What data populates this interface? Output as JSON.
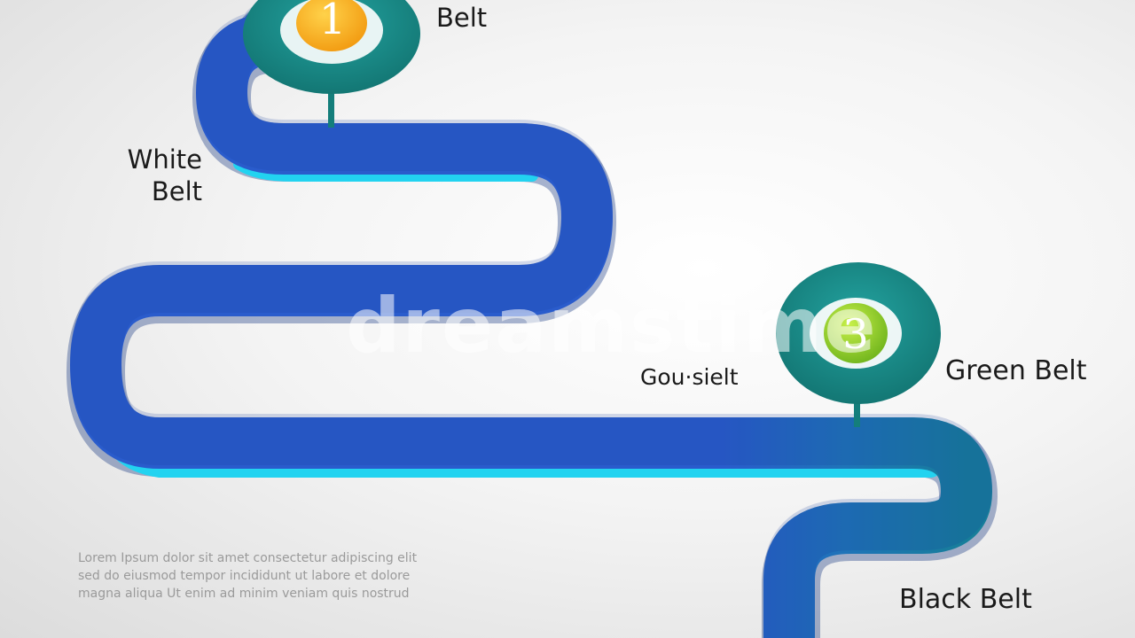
{
  "labels": {
    "belt_top": "Belt",
    "white_belt": "White\nBelt",
    "garbled": "Gou·sielt",
    "green_belt": "Green Belt",
    "black_belt": "Black Belt"
  },
  "badges": [
    {
      "number": "1",
      "ring_color": "#1d8a88",
      "disc_color": "#f5a81c"
    },
    {
      "number": "3",
      "ring_color": "#1d8a88",
      "disc_color": "#8cc825"
    }
  ],
  "body_text": "Lorem  Ipsum dolor sit amet  consectetur adipiscing elit\nsed do eiusmod tempor incididunt ut labore et dolore\nmagna aliqua Ut enim ad minim veniam quis nostrud",
  "watermark": "dreamstime",
  "colors": {
    "road_blue": "#2a5ccc",
    "road_teal": "#177e9a",
    "road_highlight": "#22d3f0"
  }
}
